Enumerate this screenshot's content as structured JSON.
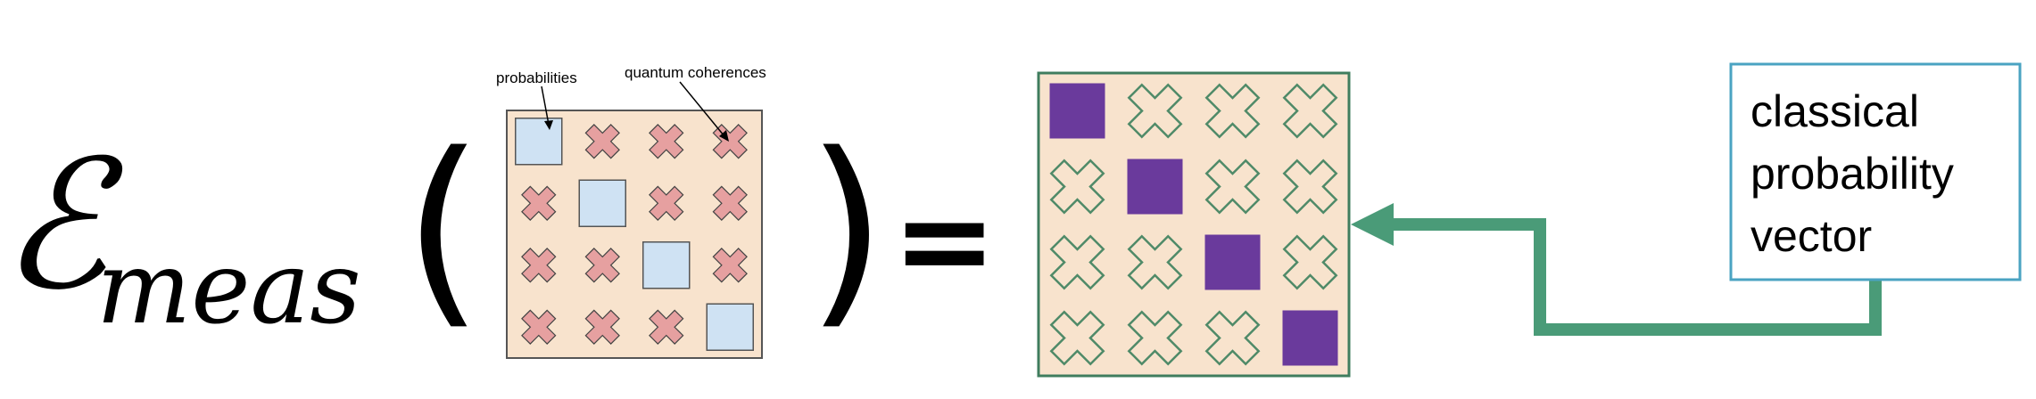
{
  "equation": {
    "operator_symbol": "ℰ",
    "operator_subscript": "meas",
    "open_paren": "(",
    "close_paren": ")",
    "equals": "="
  },
  "input_matrix": {
    "label_diagonal": "probabilities",
    "label_offdiagonal": "quantum coherences",
    "size": 4,
    "cells": [
      [
        "probability",
        "coherence",
        "coherence",
        "coherence"
      ],
      [
        "coherence",
        "probability",
        "coherence",
        "coherence"
      ],
      [
        "coherence",
        "coherence",
        "probability",
        "coherence"
      ],
      [
        "coherence",
        "coherence",
        "coherence",
        "probability"
      ]
    ]
  },
  "output_matrix": {
    "size": 4,
    "cells": [
      [
        "probability",
        "removed",
        "removed",
        "removed"
      ],
      [
        "removed",
        "probability",
        "removed",
        "removed"
      ],
      [
        "removed",
        "removed",
        "probability",
        "removed"
      ],
      [
        "removed",
        "removed",
        "removed",
        "probability"
      ]
    ]
  },
  "callout": {
    "lines": [
      "classical",
      "probability",
      "vector"
    ]
  },
  "colors": {
    "matrix_bg": "#f8e3cd",
    "input_border": "#555555",
    "prob_cell_fill": "#cfe2f3",
    "coherence_x_fill": "#e6a0a0",
    "coherence_x_stroke": "#444444",
    "output_border": "#3f7d5e",
    "output_prob_fill": "#6a3a9c",
    "removed_x_stroke": "#4f8a68",
    "arrow": "#4a9b78",
    "callout_border": "#4aa3c2"
  }
}
